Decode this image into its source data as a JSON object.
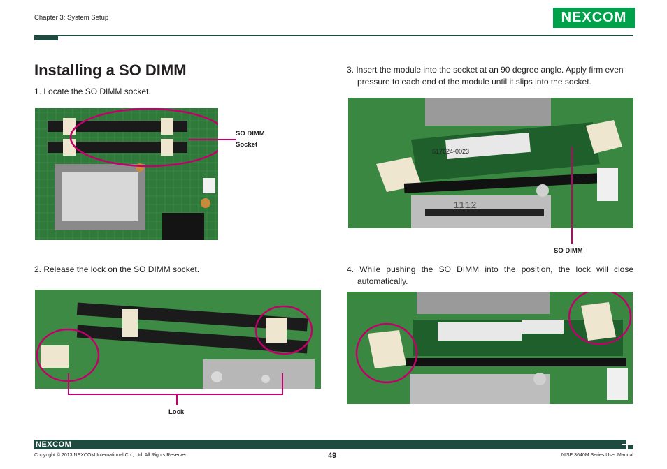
{
  "header": {
    "chapter": "Chapter 3: System Setup",
    "logo_text": "NEXCOM"
  },
  "title": "Installing a SO DIMM",
  "steps": {
    "step1": "1. Locate the SO DIMM socket.",
    "step2": "2. Release the lock on the SO DIMM socket.",
    "step3_line1": "3. Insert the module into the socket at an 90 degree angle. Apply firm even",
    "step3_line2": "pressure to each end of the module until it slips into the socket.",
    "step4_line1": "4. While pushing the SO DIMM into the position, the lock will close",
    "step4_line2": "automatically."
  },
  "callouts": {
    "socket_line1": "SO DIMM",
    "socket_line2": "Socket",
    "so_dimm": "SO DIMM",
    "lock": "Lock"
  },
  "photo_labels": {
    "chip_code": "1112",
    "module_code": "617624-0023"
  },
  "footer": {
    "logo_text": "NEXCOM",
    "copyright": "Copyright © 2013 NEXCOM International Co., Ltd. All Rights Reserved.",
    "page_number": "49",
    "manual_name": "NISE 3640M Series User Manual"
  },
  "colors": {
    "brand_green": "#00a14b",
    "rule_dark": "#1f4a3f",
    "callout_magenta": "#c2006b",
    "pcb_green": "#2f7a3a"
  }
}
